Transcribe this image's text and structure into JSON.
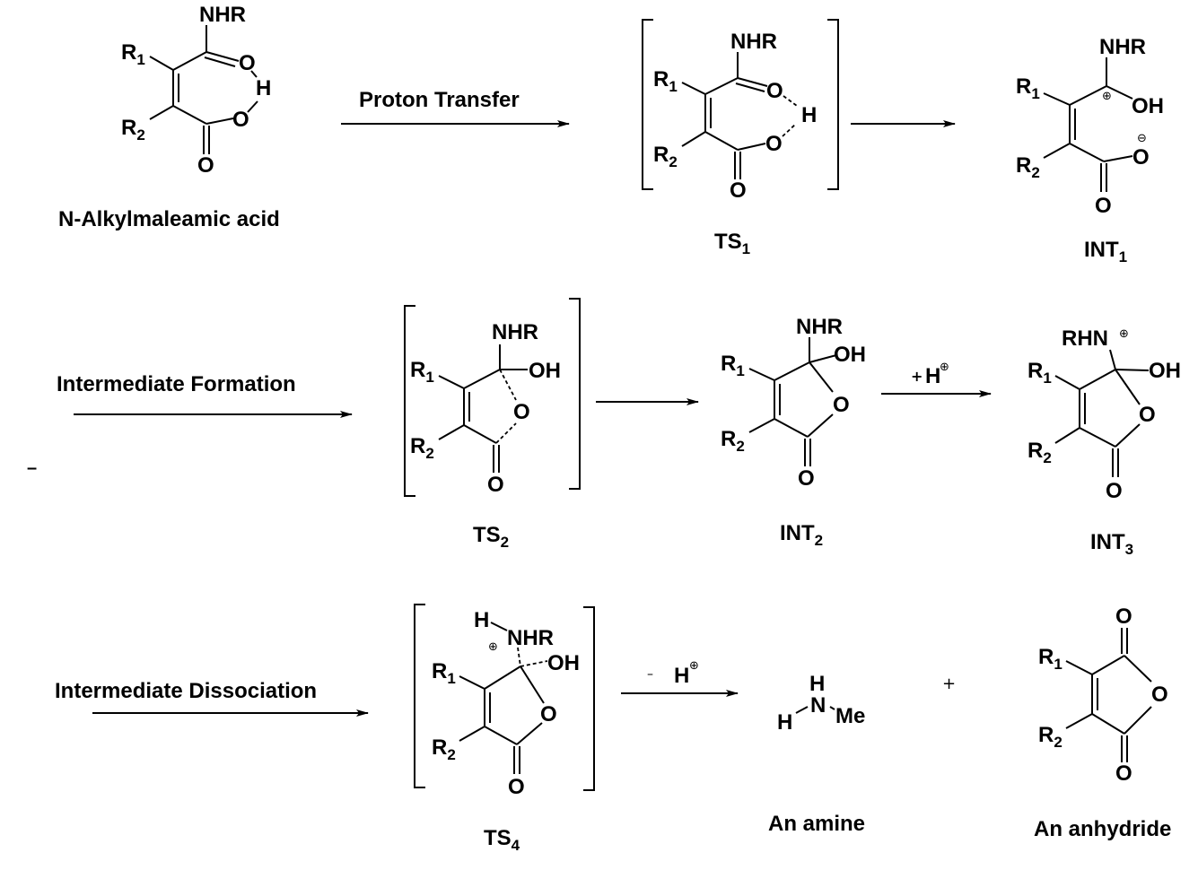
{
  "diagram": {
    "title": "N-Alkylmaleamic acid hydrolysis mechanism",
    "steps": {
      "proton_transfer": "Proton Transfer",
      "intermediate_formation": "Intermediate Formation",
      "intermediate_dissociation": "Intermediate Dissociation"
    },
    "reagents": {
      "add_proton_sign": "+",
      "add_proton": "H",
      "remove_proton_sign": "–",
      "remove_proton": "H",
      "plus_between_products": "+",
      "stray_dash": "–"
    },
    "atoms": {
      "NHR": "NHR",
      "RHN": "RHN",
      "R": "R",
      "sub1": "1",
      "sub2": "2",
      "O": "O",
      "H": "H",
      "OH": "OH",
      "N": "N",
      "Me": "Me",
      "plus_charge": "⊕",
      "minus_charge": "⊖"
    },
    "compounds": [
      {
        "id": "start",
        "name": "N-Alkylmaleamic acid",
        "sub": ""
      },
      {
        "id": "ts1",
        "name": "TS",
        "sub": "1"
      },
      {
        "id": "int1",
        "name": "INT",
        "sub": "1"
      },
      {
        "id": "ts2",
        "name": "TS",
        "sub": "2"
      },
      {
        "id": "int2",
        "name": "INT",
        "sub": "2"
      },
      {
        "id": "int3",
        "name": "INT",
        "sub": "3"
      },
      {
        "id": "ts4",
        "name": "TS",
        "sub": "4"
      },
      {
        "id": "amine",
        "name": "An amine",
        "sub": ""
      },
      {
        "id": "anhydride",
        "name": "An anhydride",
        "sub": ""
      }
    ]
  }
}
